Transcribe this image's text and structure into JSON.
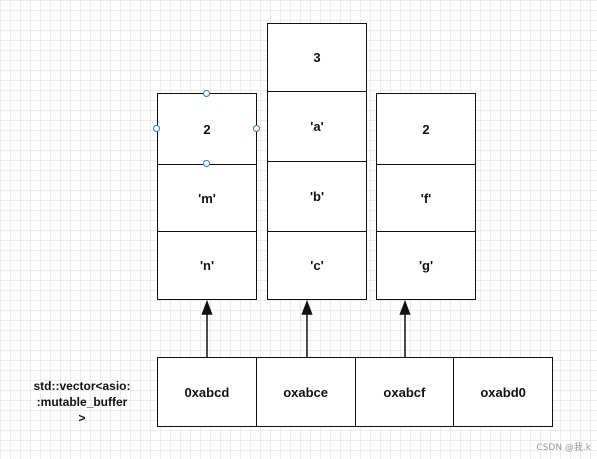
{
  "boxes": [
    {
      "id": "left",
      "cells": [
        "2",
        "'m'",
        "'n'"
      ]
    },
    {
      "id": "middle",
      "cells": [
        "3",
        "'a'",
        "'b'",
        "'c'"
      ]
    },
    {
      "id": "right",
      "cells": [
        "2",
        "'f'",
        "'g'"
      ]
    }
  ],
  "buffers": [
    "0xabcd",
    "oxabce",
    "oxabcf",
    "oxabd0"
  ],
  "caption": {
    "line1": "std::vector<asio:",
    "line2": ":mutable_buffer",
    "line3": ">"
  },
  "watermark": "CSDN @我.k",
  "colors": {
    "stroke": "#111111",
    "selection": "#2b7bd6",
    "grid": "#ececec"
  }
}
